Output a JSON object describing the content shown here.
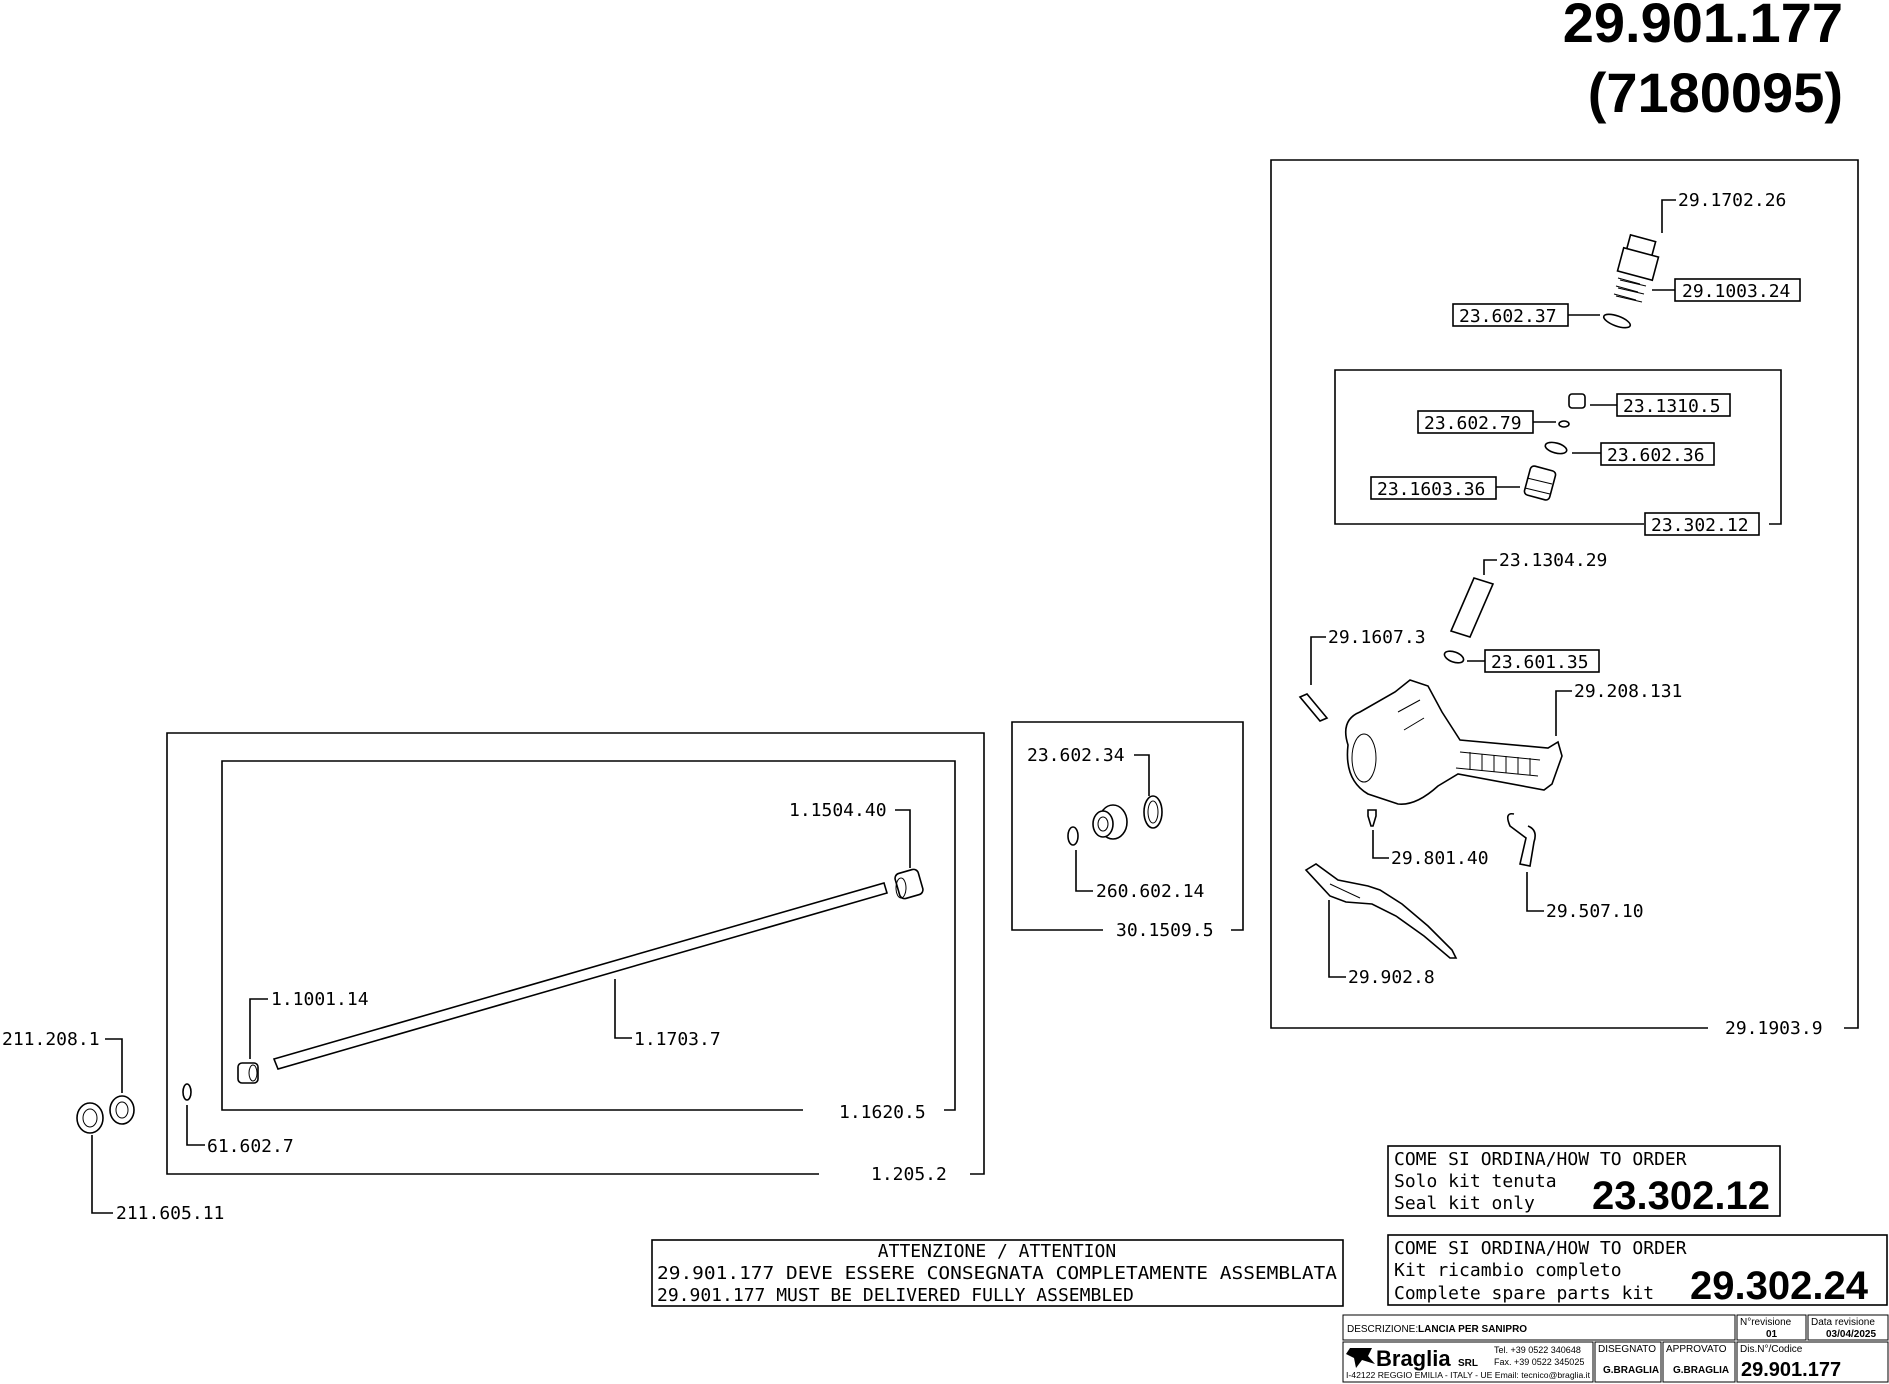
{
  "header": {
    "code": "29.901.177",
    "alt_code": "(7180095)"
  },
  "labels": {
    "p29_1702_26": "29.1702.26",
    "p29_1003_24": "29.1003.24",
    "p23_602_37": "23.602.37",
    "p23_1310_5": "23.1310.5",
    "p23_602_79": "23.602.79",
    "p23_602_36": "23.602.36",
    "p23_1603_36": "23.1603.36",
    "p23_302_12": "23.302.12",
    "p23_1304_29": "23.1304.29",
    "p29_1607_3": "29.1607.3",
    "p23_601_35": "23.601.35",
    "p29_208_131": "29.208.131",
    "p29_801_40": "29.801.40",
    "p29_507_10": "29.507.10",
    "p29_902_8": "29.902.8",
    "p29_1903_9": "29.1903.9",
    "p23_602_34": "23.602.34",
    "p260_602_14": "260.602.14",
    "p30_1509_5": "30.1509.5",
    "p1_1504_40": "1.1504.40",
    "p1_1001_14": "1.1001.14",
    "p1_1703_7": "1.1703.7",
    "p1_1620_5": "1.1620.5",
    "p1_205_2": "1.205.2",
    "p211_208_1": "211.208.1",
    "p61_602_7": "61.602.7",
    "p211_605_11": "211.605.11"
  },
  "order_boxes": [
    {
      "header": "COME SI ORDINA/HOW TO ORDER",
      "line1": "Solo kit tenuta",
      "line2": "Seal kit only",
      "code": "23.302.12"
    },
    {
      "header": "COME SI ORDINA/HOW TO ORDER",
      "line1": "Kit ricambio completo",
      "line2": "Complete spare parts kit",
      "code": "29.302.24"
    }
  ],
  "attention": {
    "title": "ATTENZIONE / ATTENTION",
    "line_it": "29.901.177 DEVE ESSERE CONSEGNATA COMPLETAMENTE ASSEMBLATA",
    "line_en": "29.901.177 MUST BE DELIVERED FULLY ASSEMBLED"
  },
  "title_block": {
    "desc_label": "DESCRIZIONE:",
    "desc_value": "LANCIA PER SANIPRO",
    "rev_label": "N°revisione",
    "rev_value": "01",
    "date_label": "Data revisione",
    "date_value": "03/04/2025",
    "company": "Braglia",
    "company_suffix": "SRL",
    "tel": "Tel. +39 0522 340648",
    "fax": "Fax. +39 0522 345025",
    "address": "I-42122 REGGIO EMILIA - ITALY - UE Email: tecnico@braglia.it",
    "drawn_label": "DISEGNATO",
    "drawn_value": "G.BRAGLIA",
    "approved_label": "APPROVATO",
    "approved_value": "G.BRAGLIA",
    "code_label": "Dis.N°/Codice",
    "code_value": "29.901.177"
  }
}
